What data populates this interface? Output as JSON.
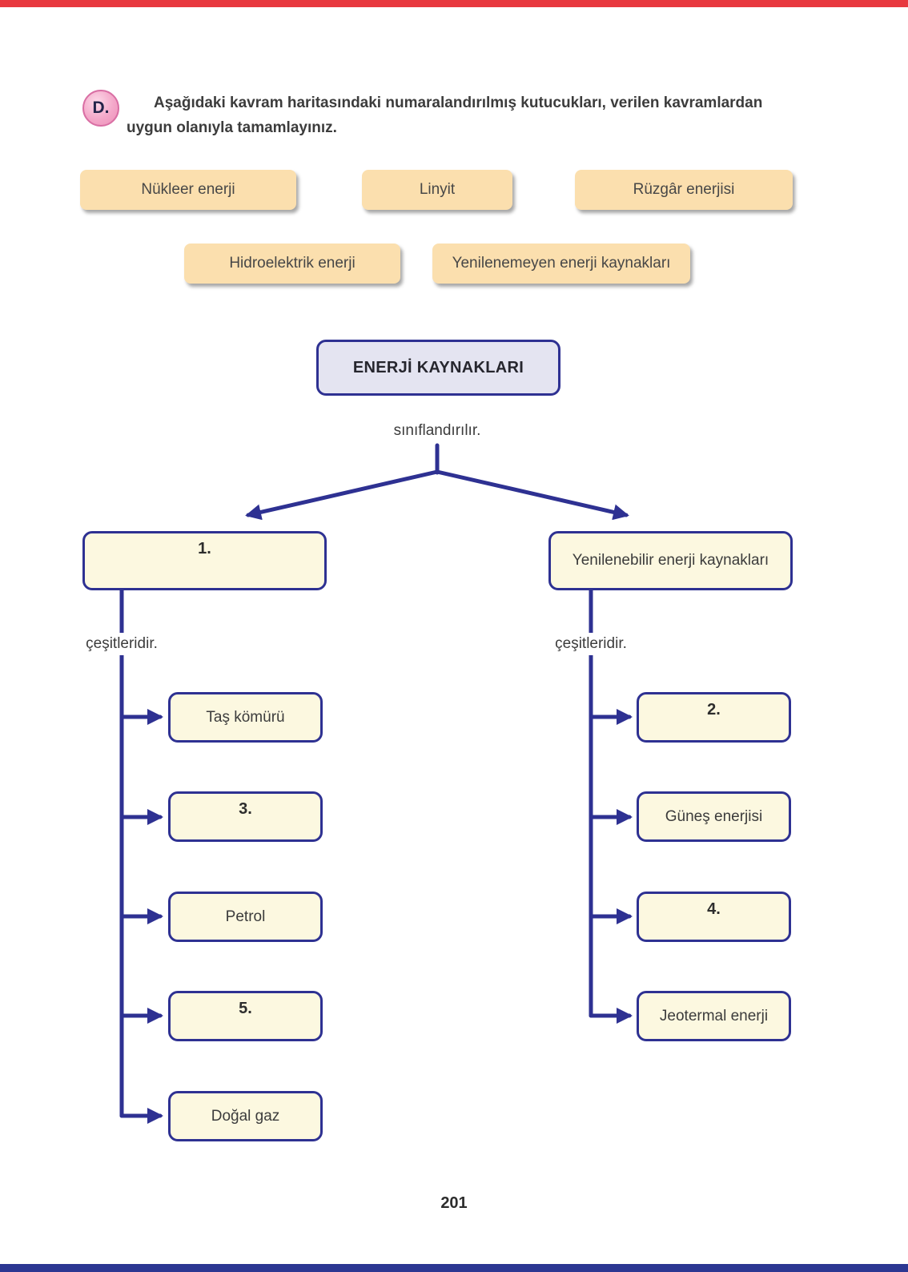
{
  "page": {
    "number": "201",
    "colors": {
      "top_bar": "#e8383f",
      "bottom_bar": "#2c3792",
      "line_navy": "#2e3192",
      "box_cream": "#fcf8e0",
      "box_lavender": "#e4e4f1",
      "chip_orange": "#fbdfae",
      "badge_pink": "#f4a7c9"
    }
  },
  "instruction": {
    "badge": "D.",
    "text": "Aşağıdaki kavram haritasındaki numaralandırılmış kutucukları, verilen kavramlardan uygun olanıyla tamamlayınız."
  },
  "word_bank": [
    {
      "label": "Nükleer enerji"
    },
    {
      "label": "Linyit"
    },
    {
      "label": "Rüzgâr enerjisi"
    },
    {
      "label": "Hidroelektrik enerji"
    },
    {
      "label": "Yenilenemeyen enerji kaynakları"
    }
  ],
  "concept_map": {
    "root": "ENERJİ KAYNAKLARI",
    "root_relation": "sınıflandırılır.",
    "left_relation": "çeşitleridir.",
    "right_relation": "çeşitleridir.",
    "left_branch": {
      "head": "1.",
      "items": [
        "Taş kömürü",
        "3.",
        "Petrol",
        "5.",
        "Doğal gaz"
      ]
    },
    "right_branch": {
      "head": "Yenilenebilir enerji kaynakları",
      "items": [
        "2.",
        "Güneş enerjisi",
        "4.",
        "Jeotermal enerji"
      ]
    }
  }
}
